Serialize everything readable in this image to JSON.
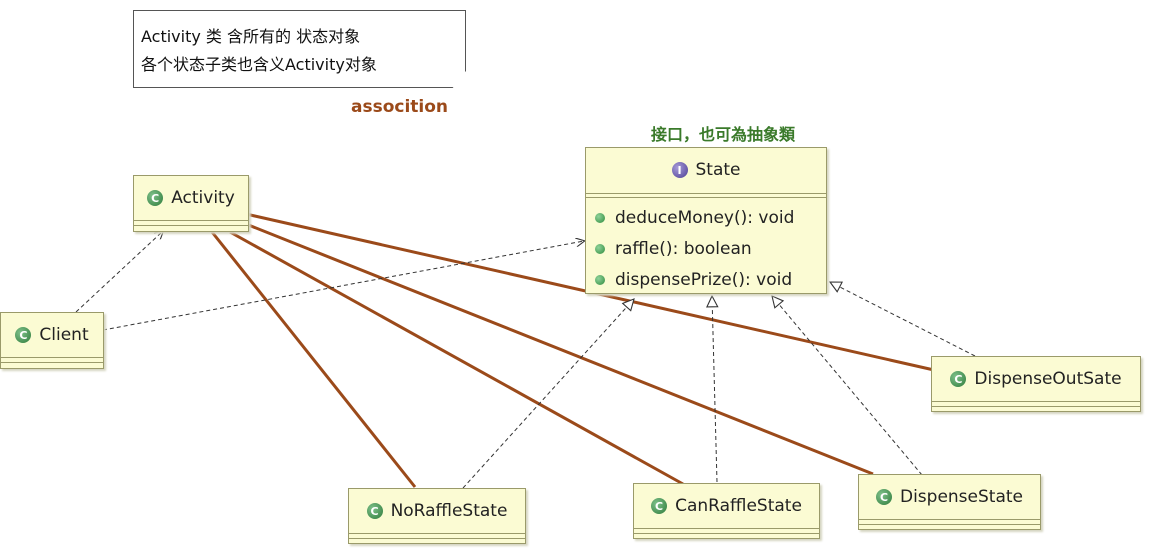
{
  "note": {
    "line1": "Activity 类 含所有的 状态对象",
    "line2": "各个状态子类也含义Activity对象"
  },
  "labels": {
    "association": "assocition",
    "interface_note": "接口，也可為抽象類"
  },
  "interface": {
    "name": "State",
    "icon": "I",
    "methods": [
      "deduceMoney(): void",
      "raffle(): boolean",
      "dispensePrize(): void"
    ]
  },
  "classes": {
    "icon": "C",
    "activity": "Activity",
    "client": "Client",
    "no_raffle": "NoRaffleState",
    "can_raffle": "CanRaffleState",
    "dispense": "DispenseState",
    "dispense_out": "DispenseOutSate"
  },
  "colors": {
    "association": "#9b4a1a",
    "class_fill": "#fbfbd3",
    "interface_note": "#3a7a2a"
  }
}
